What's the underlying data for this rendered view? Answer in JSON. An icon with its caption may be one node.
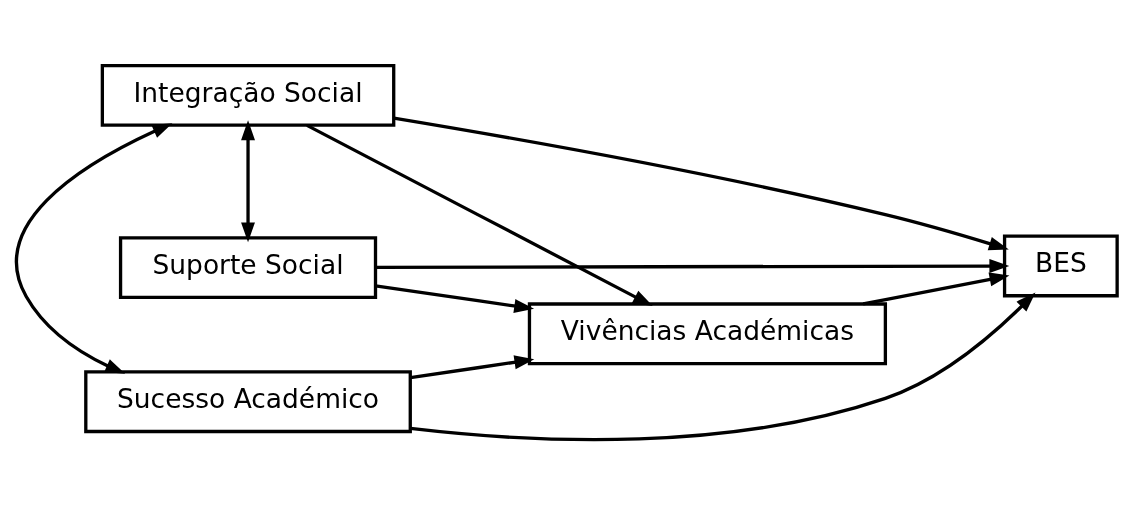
{
  "diagram": {
    "nodes": [
      {
        "text": [
          "Integração Social"
        ]
      },
      {
        "text": [
          "Suporte Social"
        ]
      },
      {
        "text": [
          "Vivências Académicas"
        ]
      },
      {
        "text": [
          "BES"
        ]
      },
      {
        "text": [
          "Sucesso Académico"
        ]
      }
    ],
    "edges": [
      {
        "from": 0,
        "to": 3,
        "arrow": "to"
      },
      {
        "from": 0,
        "to": 1,
        "arrow": "both"
      },
      {
        "from": 0,
        "to": 2,
        "arrow": "to"
      },
      {
        "from": 1,
        "to": 2,
        "arrow": "to"
      },
      {
        "from": 2,
        "to": 3,
        "arrow": "to"
      },
      {
        "from": 1,
        "to": 3,
        "arrow": "to"
      },
      {
        "from": 4,
        "to": 2,
        "arrow": "to"
      },
      {
        "from": 4,
        "to": 3,
        "arrow": "to"
      },
      {
        "from": 0,
        "to": 4,
        "arrow": "both"
      }
    ]
  }
}
